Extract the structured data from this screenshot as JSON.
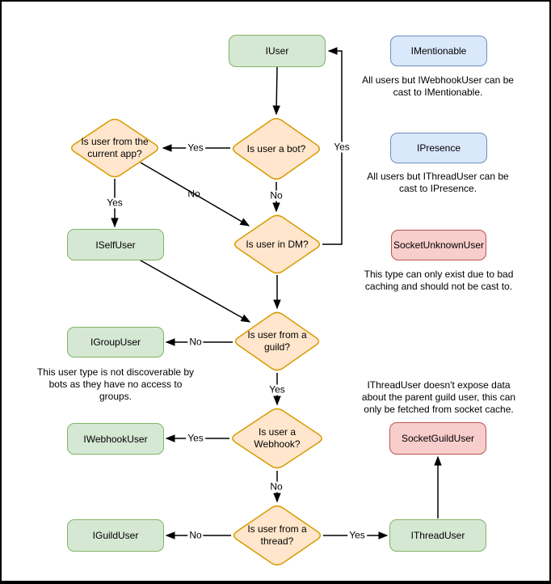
{
  "nodes": {
    "iuser": "IUser",
    "imentionable": "IMentionable",
    "ipresence": "IPresence",
    "iselfuser": "ISelfUser",
    "socketunknownuser": "SocketUnknownUser",
    "igroupuser": "IGroupUser",
    "iwebhookuser": "IWebhookUser",
    "socketguilduser": "SocketGuildUser",
    "iguilduser": "IGuildUser",
    "ithreaduser": "IThreadUser"
  },
  "decisions": {
    "bot": {
      "lines": [
        "Is user a bot?"
      ]
    },
    "current_app": {
      "lines": [
        "Is user from the",
        "current app?"
      ]
    },
    "dm": {
      "lines": [
        "Is user in DM?"
      ]
    },
    "guild": {
      "lines": [
        "Is user from a",
        "guild?"
      ]
    },
    "webhook": {
      "lines": [
        "Is user a",
        "Webhook?"
      ]
    },
    "thread": {
      "lines": [
        "Is user from a",
        "thread?"
      ]
    }
  },
  "edge_labels": {
    "bot_yes": "Yes",
    "bot_no": "No",
    "current_app_yes": "Yes",
    "current_app_no": "No",
    "dm_yes": "Yes",
    "guild_no": "No",
    "guild_yes": "Yes",
    "webhook_yes": "Yes",
    "webhook_no": "No",
    "thread_no": "No",
    "thread_yes": "Yes"
  },
  "captions": {
    "mentionable": {
      "lines": [
        "All users but IWebhookUser can be",
        "cast to IMentionable."
      ]
    },
    "presence": {
      "lines": [
        "All users but IThreadUser can be",
        "cast to IPresence."
      ]
    },
    "unknown": {
      "lines": [
        "This type can only exist due to bad",
        "caching and should not be cast to."
      ]
    },
    "group": {
      "lines": [
        "This user type is not discoverable by",
        "bots as they have no access to",
        "groups."
      ]
    },
    "thread": {
      "lines": [
        "IThreadUser doesn't expose data",
        "about the parent guild user, this can",
        "only be fetched from socket cache."
      ]
    }
  },
  "colors": {
    "interface_fill": "#d5e8d4",
    "interface_stroke": "#82b366",
    "castable_fill": "#dae8fc",
    "castable_stroke": "#6c8ebf",
    "socket_fill": "#f8cecc",
    "socket_stroke": "#b85450",
    "decision_fill": "#ffe6cc",
    "decision_stroke": "#d79b00",
    "line": "#000000"
  }
}
